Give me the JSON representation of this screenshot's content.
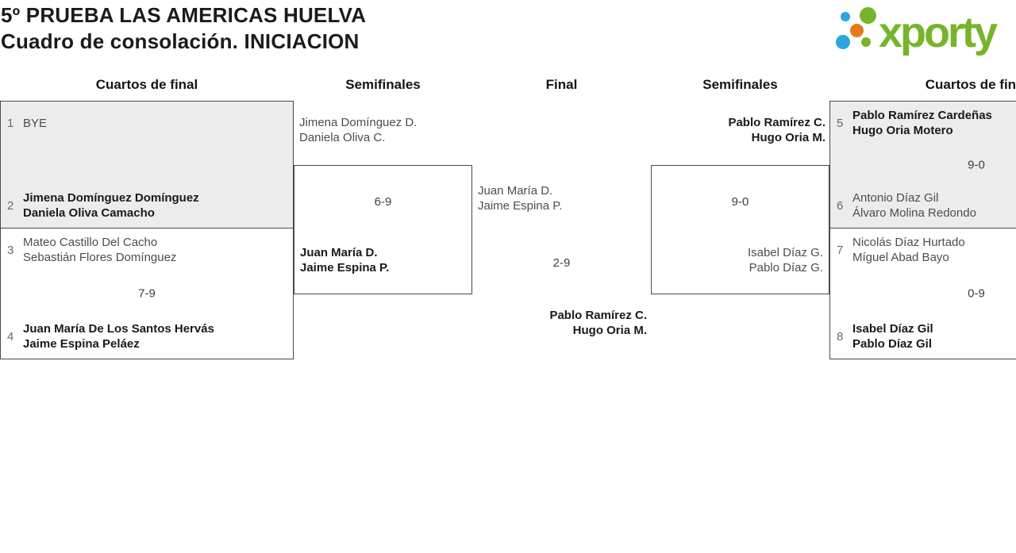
{
  "header": {
    "title_line1": "5º PRUEBA LAS AMERICAS HUELVA",
    "title_line2": "Cuadro de consolación. INICIACION"
  },
  "logo": {
    "wordmark": "xporty",
    "dots": [
      "blue-small",
      "green-large",
      "orange",
      "blue-large",
      "green-small"
    ],
    "colors": {
      "green": "#76b52b",
      "blue": "#2aa7dd",
      "orange": "#e87818"
    }
  },
  "colors": {
    "box_fill_gray": "#ececec",
    "box_border": "#4a4a4a",
    "winner_text": "#1a1a1a",
    "regular_text": "#4d4d4d"
  },
  "round_headers": [
    "Cuartos de final",
    "Semifinales",
    "Final",
    "Semifinales",
    "Cuartos de final"
  ],
  "bracket": {
    "qf_left_1": {
      "seed1": "1",
      "team1_p1": "BYE",
      "team1_p2": "",
      "score": "",
      "seed2": "2",
      "team2_p1": "Jimena Domínguez Domínguez",
      "team2_p2": "Daniela Oliva Camacho"
    },
    "qf_left_2": {
      "seed1": "3",
      "team1_p1": "Mateo Castillo Del Cacho",
      "team1_p2": "Sebastián Flores Domínguez",
      "score": "7-9",
      "seed2": "4",
      "team2_p1": "Juan María De Los Santos Hervás",
      "team2_p2": "Jaime Espina Peláez"
    },
    "sf_left": {
      "team1_p1": "Jimena Domínguez D.",
      "team1_p2": "Daniela Oliva C.",
      "score": "6-9",
      "team2_p1": "Juan María D.",
      "team2_p2": "Jaime Espina P."
    },
    "final": {
      "team1_p1": "Juan María D.",
      "team1_p2": "Jaime Espina P.",
      "score": "2-9",
      "team2_p1": "Pablo Ramírez C.",
      "team2_p2": "Hugo Oria M."
    },
    "sf_right": {
      "team1_p1": "Pablo Ramírez C.",
      "team1_p2": "Hugo Oria M.",
      "score": "9-0",
      "team2_p1": "Isabel Díaz G.",
      "team2_p2": "Pablo Díaz G."
    },
    "qf_right_1": {
      "seed1": "5",
      "team1_p1": "Pablo Ramírez Cardeñas",
      "team1_p2": "Hugo Oria Motero",
      "score": "9-0",
      "seed2": "6",
      "team2_p1": "Antonio Díaz Gil",
      "team2_p2": "Álvaro Molina Redondo"
    },
    "qf_right_2": {
      "seed1": "7",
      "team1_p1": "Nicolás Díaz Hurtado",
      "team1_p2": "Míguel Abad Bayo",
      "score": "0-9",
      "seed2": "8",
      "team2_p1": "Isabel Díaz Gil",
      "team2_p2": "Pablo Díaz Gil"
    }
  }
}
